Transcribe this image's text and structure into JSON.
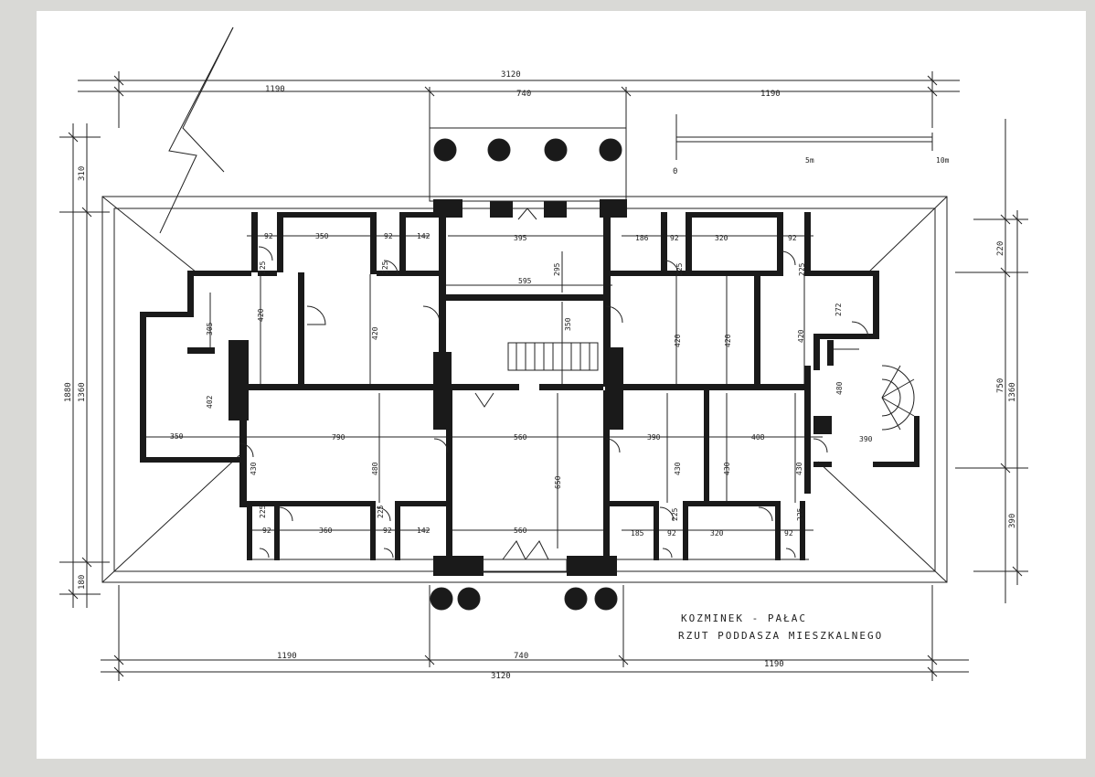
{
  "title": {
    "line1": "KOZMINEK - PAŁAC",
    "line2": "RZUT PODDASZA MIESZKALNEGO"
  },
  "scale": {
    "zero": "0",
    "mid": "5m",
    "end": "10m"
  },
  "top_dims": {
    "total": "3120",
    "left": "1190",
    "center": "740",
    "right": "1190"
  },
  "bottom_dims": {
    "total": "3120",
    "left": "1190",
    "center": "740",
    "right": "1190"
  },
  "left_dims": {
    "outer": "1880",
    "inner": "1360",
    "top": "310",
    "bottom": "180"
  },
  "right_dims": {
    "upper": "220",
    "mid": "750",
    "inner": "1360",
    "lower": "390"
  },
  "room_labels": {
    "a": "92",
    "b": "350",
    "c": "92",
    "d": "142",
    "e": "395",
    "f": "186",
    "g": "92",
    "h": "320",
    "i": "92",
    "j": "225",
    "k": "225",
    "l": "295",
    "m": "225",
    "n": "225",
    "o": "595",
    "p": "305",
    "q": "420",
    "r": "420",
    "s": "350",
    "t": "420",
    "u": "420",
    "v": "420",
    "w": "272",
    "x": "402",
    "y": "480",
    "z": "350",
    "aa": "790",
    "ab": "560",
    "ac": "390",
    "ad": "408",
    "ae": "390",
    "af": "430",
    "ag": "480",
    "ah": "650",
    "ai": "430",
    "aj": "430",
    "ak": "430",
    "al": "225",
    "am": "225",
    "an": "225",
    "ao": "225",
    "ap": "92",
    "aq": "360",
    "ar": "92",
    "as": "142",
    "at": "560",
    "au": "185",
    "av": "92",
    "aw": "320",
    "ax": "92"
  }
}
